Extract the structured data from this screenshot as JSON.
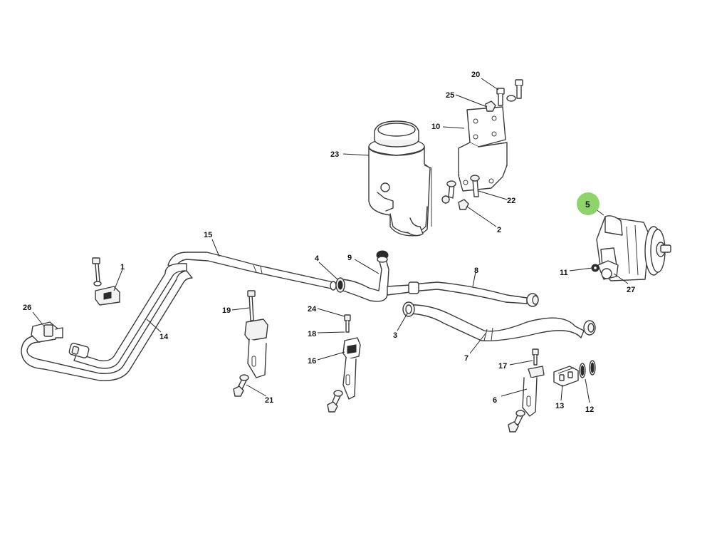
{
  "diagram": {
    "highlight_color": "#8fd46a",
    "highlighted_label": "5",
    "callouts": [
      {
        "id": "1",
        "label": "1"
      },
      {
        "id": "2",
        "label": "2"
      },
      {
        "id": "3",
        "label": "3"
      },
      {
        "id": "4",
        "label": "4"
      },
      {
        "id": "5",
        "label": "5"
      },
      {
        "id": "6",
        "label": "6"
      },
      {
        "id": "7",
        "label": "7"
      },
      {
        "id": "8",
        "label": "8"
      },
      {
        "id": "9",
        "label": "9"
      },
      {
        "id": "10",
        "label": "10"
      },
      {
        "id": "11",
        "label": "11"
      },
      {
        "id": "12",
        "label": "12"
      },
      {
        "id": "13",
        "label": "13"
      },
      {
        "id": "14",
        "label": "14"
      },
      {
        "id": "15",
        "label": "15"
      },
      {
        "id": "16",
        "label": "16"
      },
      {
        "id": "17",
        "label": "17"
      },
      {
        "id": "18",
        "label": "18"
      },
      {
        "id": "19",
        "label": "19"
      },
      {
        "id": "20",
        "label": "20"
      },
      {
        "id": "21",
        "label": "21"
      },
      {
        "id": "22",
        "label": "22"
      },
      {
        "id": "23",
        "label": "23"
      },
      {
        "id": "24",
        "label": "24"
      },
      {
        "id": "25",
        "label": "25"
      },
      {
        "id": "26",
        "label": "26"
      },
      {
        "id": "27",
        "label": "27"
      }
    ]
  }
}
